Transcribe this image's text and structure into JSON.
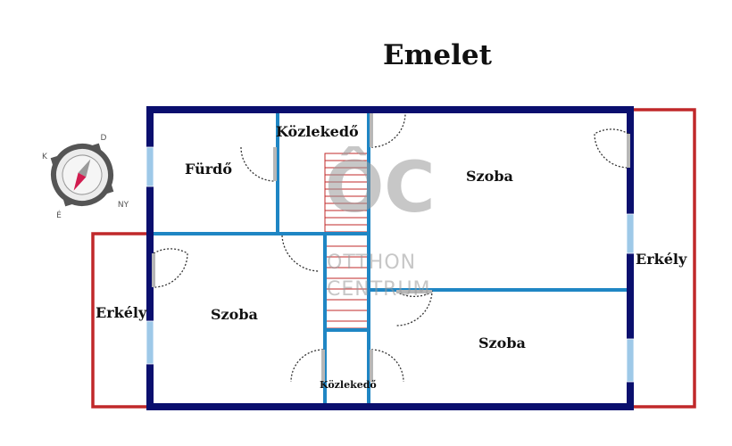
{
  "title": "Emelet",
  "rooms": [
    {
      "id": "bathroom",
      "label": "Fürdő"
    },
    {
      "id": "hall-top",
      "label": "Közlekedő"
    },
    {
      "id": "room-top-right",
      "label": "Szoba"
    },
    {
      "id": "room-left",
      "label": "Szoba"
    },
    {
      "id": "room-bottom-right",
      "label": "Szoba"
    },
    {
      "id": "balcony-left",
      "label": "Erkély"
    },
    {
      "id": "balcony-right",
      "label": "Erkély"
    },
    {
      "id": "hall-bottom",
      "label": "Közlekedő"
    }
  ],
  "compass": {
    "north": "É",
    "south": "D",
    "east": "K",
    "west": "NY"
  },
  "watermark": {
    "logo": "ÔC",
    "line1": "OTTHON",
    "line2": "CENTRUM"
  },
  "colors": {
    "outer_wall": "#0a0f6e",
    "inner_wall": "#1f86c4",
    "balcony": "#c0282a",
    "stairs": "#c0282a",
    "window": "#9ec9e8",
    "door": "#333333"
  }
}
